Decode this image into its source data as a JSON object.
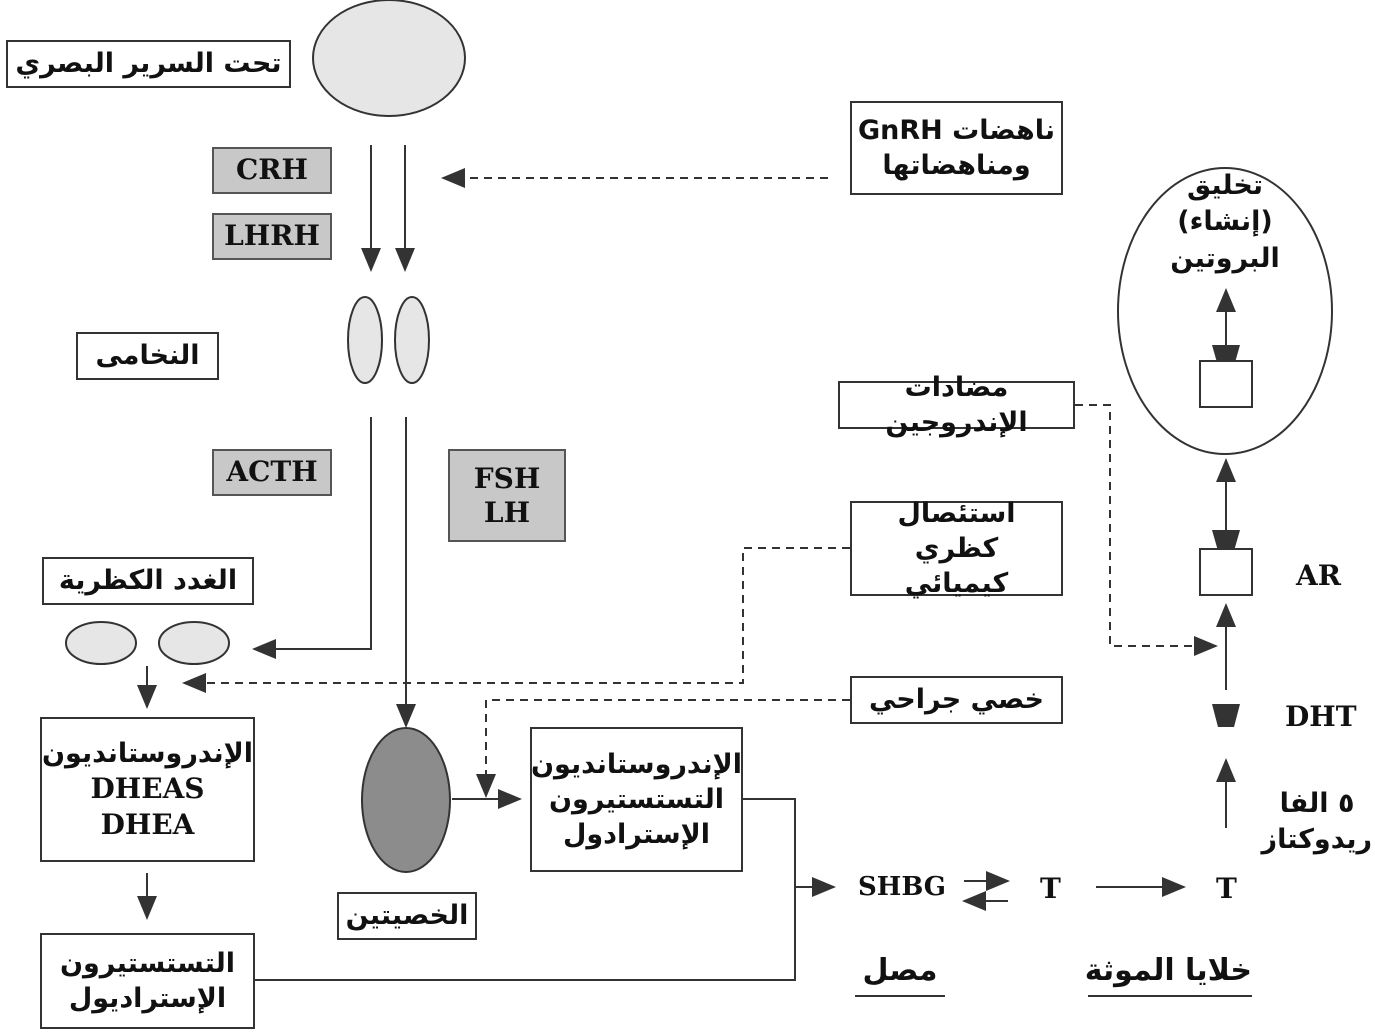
{
  "boxes": {
    "hypothalamus": "تحت السرير البصري",
    "crh": "CRH",
    "lhrh": "LHRH",
    "pituitary": "النخامى",
    "acth": "ACTH",
    "fsh": "FSH",
    "lh": "LH",
    "gnrh_line1": "ناهضات GnRH",
    "gnrh_line2": "ومناهضاتها",
    "adrenals": "الغدد الكظرية",
    "adrenal_steroids_line1": "الإندروستانديون",
    "adrenal_steroids_line2": "DHEAS",
    "adrenal_steroids_line3": "DHEA",
    "adrenal_out_line1": "التستستيرون",
    "adrenal_out_line2": "الإستراديول",
    "testes": "الخصيتين",
    "testis_steroids_line1": "الإندروستانديون",
    "testis_steroids_line2": "التستستيرون",
    "testis_steroids_line3": "الإسترادول",
    "antiandrogens": "مضادات الإندروجين",
    "adrenalectomy_line1": "استئصال كظري",
    "adrenalectomy_line2": "كيميائي",
    "orchiectomy": "خصي جراحي"
  },
  "labels": {
    "protein_synthesis_line1": "تخليق",
    "protein_synthesis_line2": "(إنشاء)",
    "protein_synthesis_line3": "البروتين",
    "ar": "AR",
    "dht": "DHT",
    "reductase_line1": "٥ الفا",
    "reductase_line2": "ريدوكتاز",
    "shbg": "SHBG",
    "t_serum": "T",
    "t_cell": "T",
    "serum": "مصل",
    "prostate_cells": "خلايا الموثة"
  },
  "colors": {
    "gland_fill": "#e6e6e6",
    "testis_fill": "#8c8c8c",
    "hormone_box_fill": "#c8c8c8",
    "line": "#333333"
  }
}
